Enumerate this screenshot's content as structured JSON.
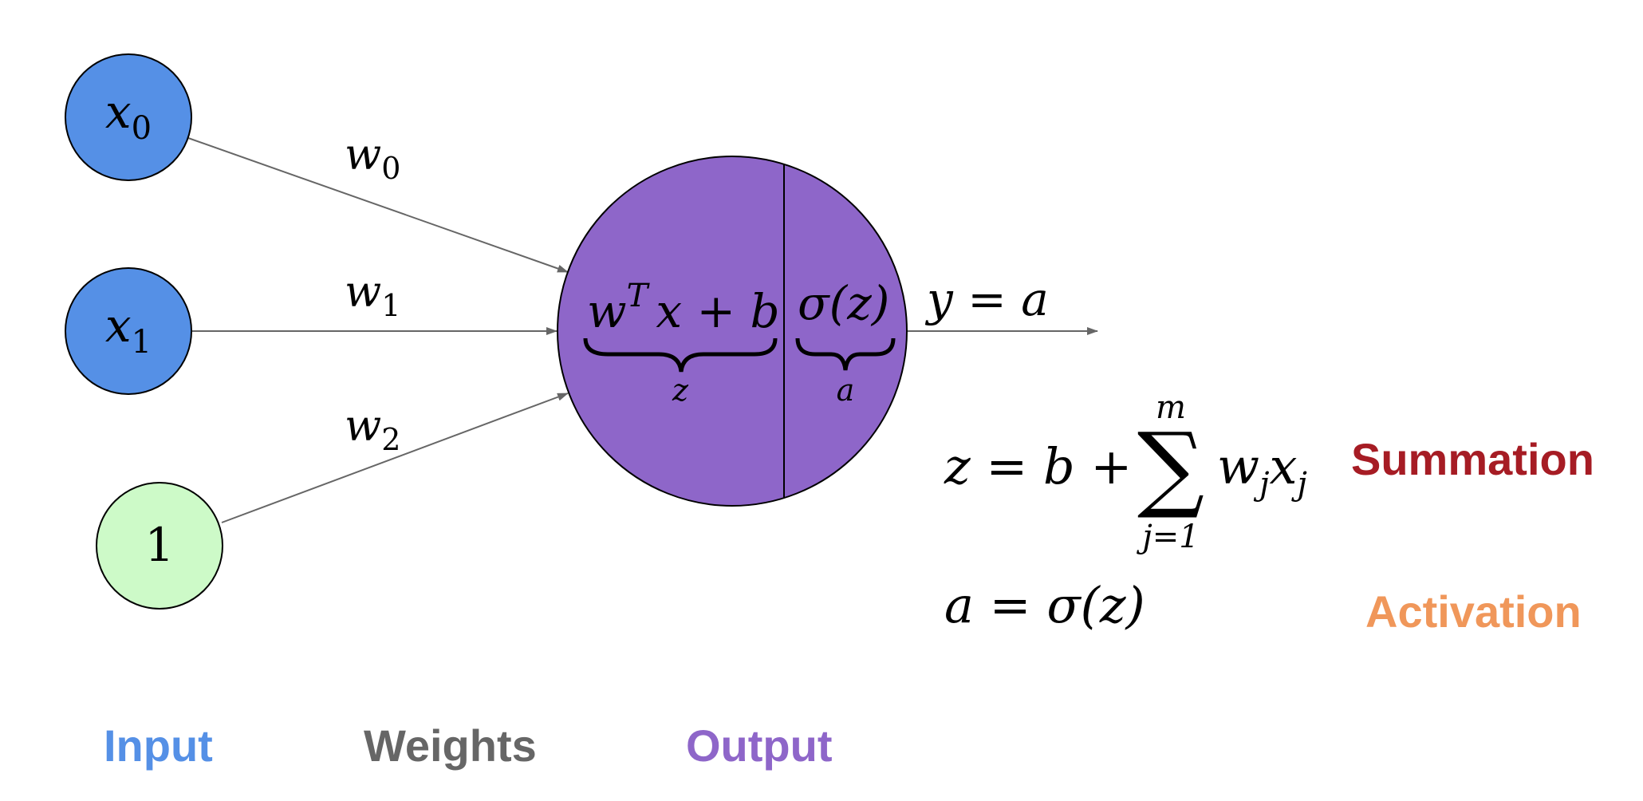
{
  "inputs": [
    {
      "symbol": "x",
      "sub": "0",
      "color": "#5590e6"
    },
    {
      "symbol": "x",
      "sub": "1",
      "color": "#5590e6"
    },
    {
      "symbol": "1",
      "sub": "",
      "color": "#cdfac8"
    }
  ],
  "weights": [
    {
      "symbol": "w",
      "sub": "0"
    },
    {
      "symbol": "w",
      "sub": "1"
    },
    {
      "symbol": "w",
      "sub": "2"
    }
  ],
  "neuron": {
    "color": "#8e66c9",
    "left_expr": {
      "w": "w",
      "sup": "T",
      "rest": "x + b"
    },
    "left_brace_label": "z",
    "right_expr": "σ(z)",
    "right_brace_label": "a"
  },
  "output_expr": "y = a",
  "equations": {
    "summation": {
      "lhs": "z = b + ",
      "sum_symbol": "∑",
      "upper": "m",
      "lower": "j=1",
      "term_w": "w",
      "term_w_sub": "j",
      "term_x": "x",
      "term_x_sub": "j"
    },
    "activation": "a = σ(z)"
  },
  "labels": {
    "summation": {
      "text": "Summation",
      "color": "#a61c24"
    },
    "activation": {
      "text": "Activation",
      "color": "#f0975a"
    },
    "input": {
      "text": "Input",
      "color": "#5590e6"
    },
    "weights": {
      "text": "Weights",
      "color": "#666666"
    },
    "output": {
      "text": "Output",
      "color": "#8e66c9"
    }
  },
  "edge_color": "#666666"
}
